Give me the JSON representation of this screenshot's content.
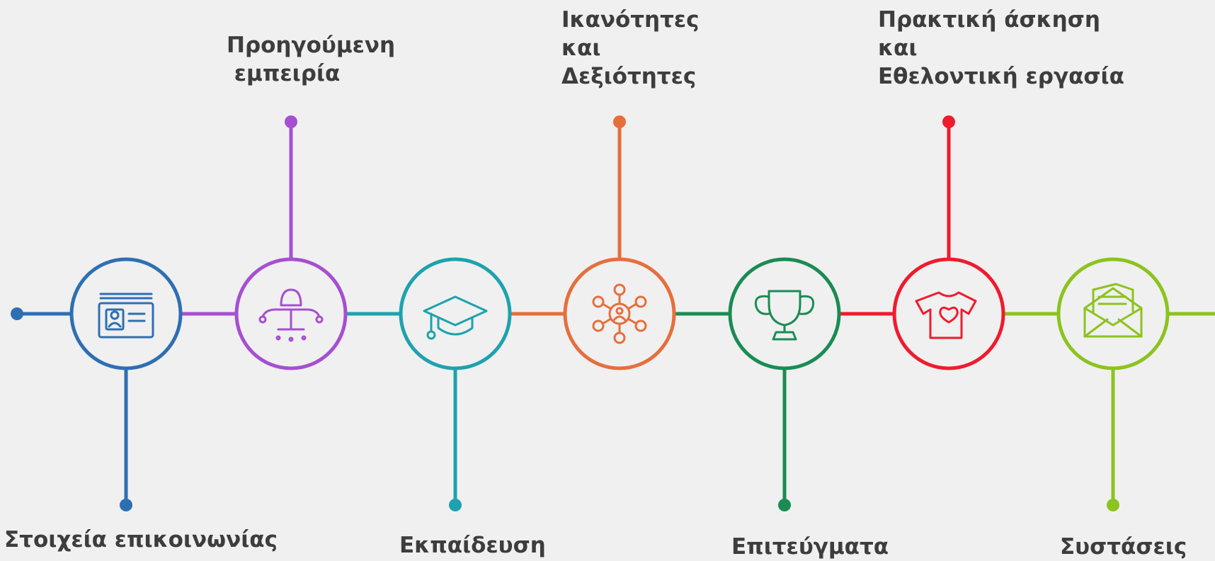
{
  "timeline": {
    "steps": [
      {
        "id": "contact",
        "label_lines": [
          "Στοιχεία επικοινωνίας"
        ],
        "label_position": "bottom",
        "color": "#2e6fb3",
        "icon": "contact-card-icon"
      },
      {
        "id": "experience",
        "label_lines": [
          "Προηγούμενη",
          " εμπειρία"
        ],
        "label_position": "top",
        "color": "#a64fd0",
        "icon": "office-chair-icon"
      },
      {
        "id": "education",
        "label_lines": [
          "Εκπαίδευση"
        ],
        "label_position": "bottom",
        "color": "#1ea2ad",
        "icon": "graduation-cap-icon"
      },
      {
        "id": "skills",
        "label_lines": [
          "Ικανότητες",
          "και",
          "Δεξιότητες"
        ],
        "label_position": "top",
        "color": "#e56f3c",
        "icon": "network-people-icon"
      },
      {
        "id": "achievements",
        "label_lines": [
          "Επιτεύγματα"
        ],
        "label_position": "bottom",
        "color": "#1a8c54",
        "icon": "trophy-icon"
      },
      {
        "id": "volunteer",
        "label_lines": [
          "Πρακτική άσκηση",
          "και",
          "Εθελοντική εργασία"
        ],
        "label_position": "top",
        "color": "#ee1c2e",
        "icon": "heart-tshirt-icon"
      },
      {
        "id": "references",
        "label_lines": [
          "Συστάσεις"
        ],
        "label_position": "bottom",
        "color": "#8cc31e",
        "icon": "envelope-letter-icon"
      }
    ]
  }
}
